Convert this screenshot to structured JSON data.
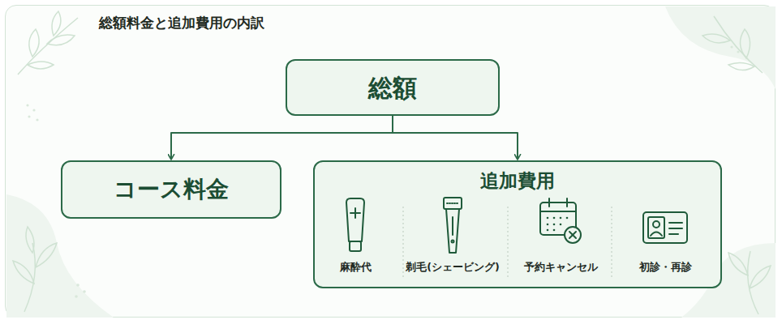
{
  "diagram": {
    "title": "総額料金と追加費用の内訳",
    "nodes": [
      {
        "text": [
          "総額"
        ]
      },
      {
        "text": [
          "コース料金"
        ]
      },
      {
        "text": [
          "追加費用"
        ]
      }
    ],
    "edges": [
      {
        "from": 0,
        "to": 1,
        "arrow": "to"
      },
      {
        "from": 0,
        "to": 2,
        "arrow": "to"
      }
    ],
    "labels": [
      "麻酔代",
      "剃毛(シェービング)",
      "予約キャンセル",
      "初診・再診"
    ]
  }
}
